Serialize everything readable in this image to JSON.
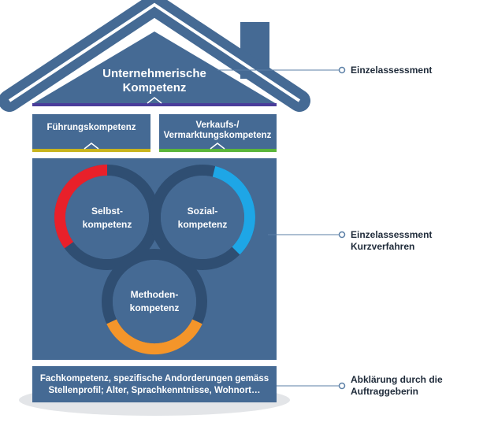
{
  "colors": {
    "house_fill": "#456a94",
    "house_dark": "#2e4f74",
    "roof_outline": "#ffffff",
    "circle_dark": "#2f4e72",
    "circle_fill": "#456a94",
    "accent_red": "#e8202a",
    "accent_blue": "#1ea6e6",
    "accent_orange": "#f4952a",
    "accent_yellow": "#c8b41e",
    "accent_green": "#5ab53a",
    "accent_purple": "#4a3d9a",
    "callout_line": "#5b7fa6",
    "callout_text": "#1f2b3a",
    "ground_shadow": "#e3e5e8"
  },
  "roof": {
    "title_line1": "Unternehmerische",
    "title_line2": "Kompetenz"
  },
  "boxes": {
    "left_label": "Führungskompetenz",
    "right_label_line1": "Verkaufs-/",
    "right_label_line2": "Vermarktungskompetenz"
  },
  "circles": {
    "self_line1": "Selbst-",
    "self_line2": "kompetenz",
    "social_line1": "Sozial-",
    "social_line2": "kompetenz",
    "method_line1": "Methoden-",
    "method_line2": "kompetenz"
  },
  "foundation": {
    "line1": "Fachkompetenz, spezifische Andorderungen gemäss",
    "line2": "Stellenprofil; Alter, Sprachkenntnisse, Wohnort…"
  },
  "callouts": {
    "top": "Einzelassessment",
    "middle_line1": "Einzelassessment",
    "middle_line2": "Kurzverfahren",
    "bottom_line1": "Abklärung durch die",
    "bottom_line2": "Auftraggeberin"
  }
}
